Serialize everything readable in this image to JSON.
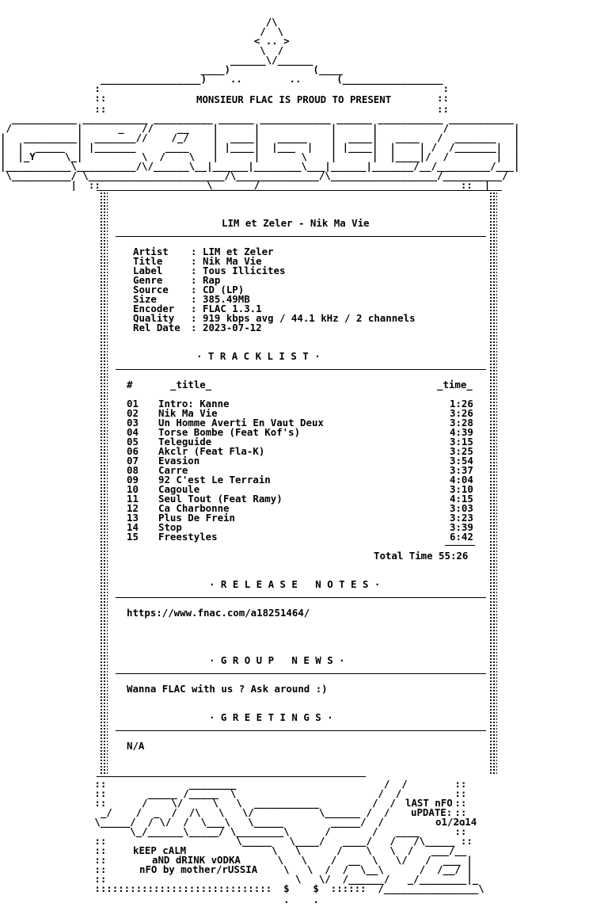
{
  "header": {
    "present": "MONSIEUR FLAC IS PROUD TO PRESENT"
  },
  "release": {
    "title": "LIM et Zeler - Nik Ma Vie",
    "info": [
      {
        "key": "Artist",
        "value": "LIM et Zeler"
      },
      {
        "key": "Title",
        "value": "Nik Ma Vie"
      },
      {
        "key": "Label",
        "value": "Tous Illicites"
      },
      {
        "key": "Genre",
        "value": "Rap"
      },
      {
        "key": "Source",
        "value": "CD (LP)"
      },
      {
        "key": "Size",
        "value": "385.49MB"
      },
      {
        "key": "Encoder",
        "value": "FLAC 1.3.1"
      },
      {
        "key": "Quality",
        "value": "919 kbps avg / 44.1 kHz / 2 channels"
      },
      {
        "key": "Rel Date",
        "value": "2023-07-12"
      }
    ]
  },
  "tracklist": {
    "heading": "· T R A C K L I S T ·",
    "col_num": "#",
    "col_title": "_title_",
    "col_time": "_time_",
    "tracks": [
      {
        "n": "01",
        "title": "Intro: Kanne",
        "time": "1:26"
      },
      {
        "n": "02",
        "title": "Nik Ma Vie",
        "time": "3:26"
      },
      {
        "n": "03",
        "title": "Un Homme Averti En Vaut Deux",
        "time": "3:28"
      },
      {
        "n": "04",
        "title": "Torse Bombe (Feat Kof's)",
        "time": "4:39"
      },
      {
        "n": "05",
        "title": "Teleguide",
        "time": "3:15"
      },
      {
        "n": "06",
        "title": "Akclr (Feat Fla-K)",
        "time": "3:25"
      },
      {
        "n": "07",
        "title": "Evasion",
        "time": "3:54"
      },
      {
        "n": "08",
        "title": "Carre",
        "time": "3:37"
      },
      {
        "n": "09",
        "title": "92 C'est Le Terrain",
        "time": "4:04"
      },
      {
        "n": "10",
        "title": "Cagoule",
        "time": "3:10"
      },
      {
        "n": "11",
        "title": "Seul Tout (Feat Ramy)",
        "time": "4:15"
      },
      {
        "n": "12",
        "title": "Ca Charbonne",
        "time": "3:03"
      },
      {
        "n": "13",
        "title": "Plus De Frein",
        "time": "3:23"
      },
      {
        "n": "14",
        "title": "Stop",
        "time": "3:39"
      },
      {
        "n": "15",
        "title": "Freestyles",
        "time": "6:42"
      }
    ],
    "total": "Total Time 55:26"
  },
  "notes": {
    "heading": "· R E L E A S E   N O T E S ·",
    "text": "https://www.fnac.com/a18251464/"
  },
  "news": {
    "heading": "· G R O U P   N E W S ·",
    "text": "Wanna FLAC with us ? Ask around :)"
  },
  "greetings": {
    "heading": "· G R E E T I N G S ·",
    "text": "N/A"
  },
  "footer": {
    "last_nfo": "lAST nFO",
    "update": "uPDATE:",
    "date": "o1/2o14",
    "keep": "kEEP cALM",
    "drink": "aND dRINK vODKA",
    "credit": "nFO by mother/rUSSIA"
  }
}
